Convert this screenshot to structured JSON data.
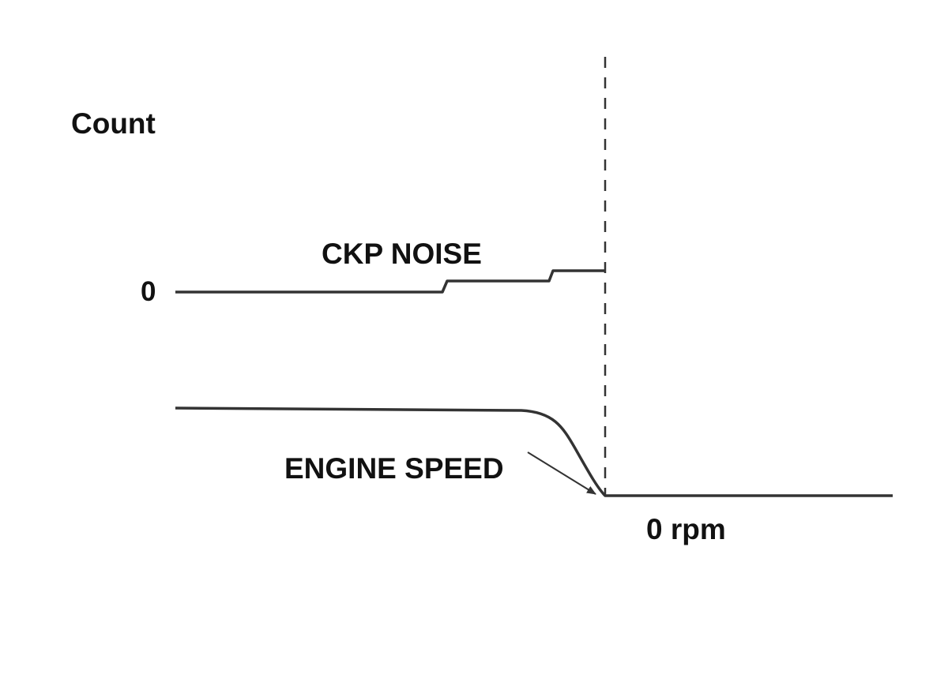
{
  "labels": {
    "y_axis": "Count",
    "count_zero": "0",
    "ckp_noise": "CKP NOISE",
    "engine_speed": "ENGINE SPEED",
    "zero_rpm": "0 rpm"
  },
  "colors": {
    "line": "#333333",
    "text": "#111111",
    "background": "#ffffff"
  }
}
